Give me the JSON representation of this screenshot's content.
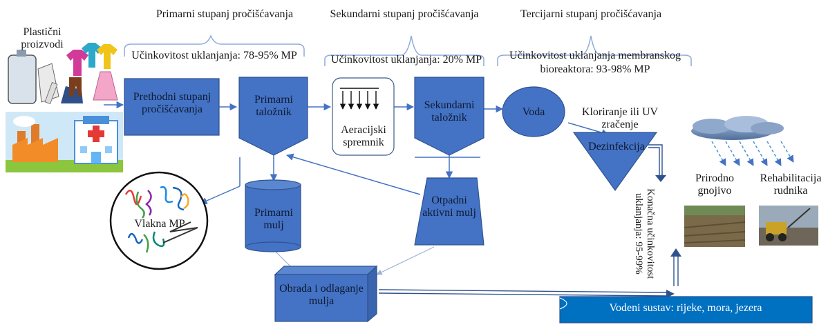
{
  "stages": {
    "primary": "Primarni stupanj pročišćavanja",
    "secondary": "Sekundarni stupanj pročišćavanja",
    "tertiary": "Tercijarni stupanj pročišćavanja"
  },
  "efficiency": {
    "primary": "Učinkovitost uklanjanja: 78-95% MP",
    "secondary": "Učinkovitost uklanjanja: 20% MP",
    "tertiary_line1": "Učinkovitost uklanjanja membranskog",
    "tertiary_line2": "bioreaktora: 93-98% MP"
  },
  "sources": {
    "plastic_products": "Plastični proizvodi"
  },
  "boxes": {
    "pretreatment": "Prethodni stupanj pročišćavanja",
    "primary_clarifier": "Primarni taložnik",
    "aeration_tank": "Aeracijski spremnik",
    "secondary_clarifier": "Sekundarni taložnik",
    "water": "Voda",
    "disinfection": "Dezinfekcija",
    "primary_sludge": "Primarni mulj",
    "waste_activated_sludge": "Otpadni aktivni mulj",
    "sludge_treatment": "Obrada i odlaganje mulja"
  },
  "labels": {
    "chlorination": "Kloriranje ili UV zračenje",
    "fibers": "Vlakna MP",
    "final_efficiency": "Konačna učinkovitost uklanjanja: 95-99%",
    "fertilizer": "Prirodno gnojivo",
    "mine_rehab": "Rehabilitacija rudnika",
    "water_system": "Vodeni sustav: rijeke, mora, jezera"
  },
  "colors": {
    "box_fill": "#4472c4",
    "box_stroke": "#2f528f",
    "arrow": "#4472c4",
    "bracket": "#8eaadb"
  }
}
